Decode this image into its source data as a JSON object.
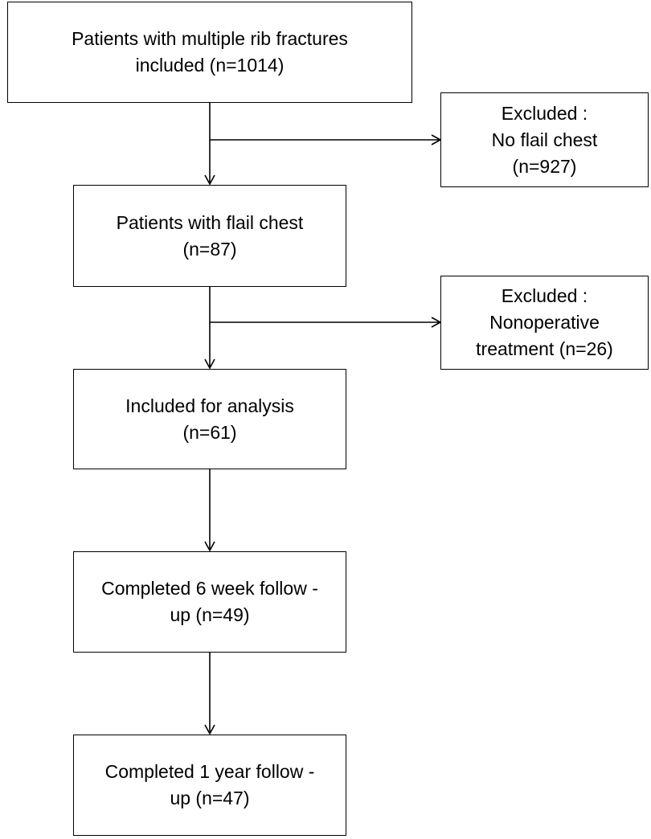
{
  "flowchart": {
    "nodes": [
      {
        "id": "n1",
        "lines": [
          "Patients with multiple rib fractures",
          "included (n=1014)"
        ]
      },
      {
        "id": "n2",
        "lines": [
          "Patients with flail chest",
          "(n=87)"
        ]
      },
      {
        "id": "n3",
        "lines": [
          "Included for analysis",
          "(n=61)"
        ]
      },
      {
        "id": "n4",
        "lines": [
          "Completed 6 week follow -",
          "up (n=49)"
        ]
      },
      {
        "id": "n5",
        "lines": [
          "Completed 1 year follow -",
          "up (n=47)"
        ]
      }
    ],
    "exclusions": [
      {
        "id": "e1",
        "lines": [
          "Excluded :",
          "No flail chest",
          "(n=927)"
        ]
      },
      {
        "id": "e2",
        "lines": [
          "Excluded :",
          "Nonoperative",
          "treatment (n=26)"
        ]
      }
    ],
    "edges": [
      {
        "from": "n1",
        "to": "n2"
      },
      {
        "from": "n1",
        "to": "e1"
      },
      {
        "from": "n2",
        "to": "n3"
      },
      {
        "from": "n2",
        "to": "e2"
      },
      {
        "from": "n3",
        "to": "n4"
      },
      {
        "from": "n4",
        "to": "n5"
      }
    ],
    "colors": {
      "stroke": "#000000",
      "fill": "#ffffff",
      "text": "#000000"
    }
  }
}
